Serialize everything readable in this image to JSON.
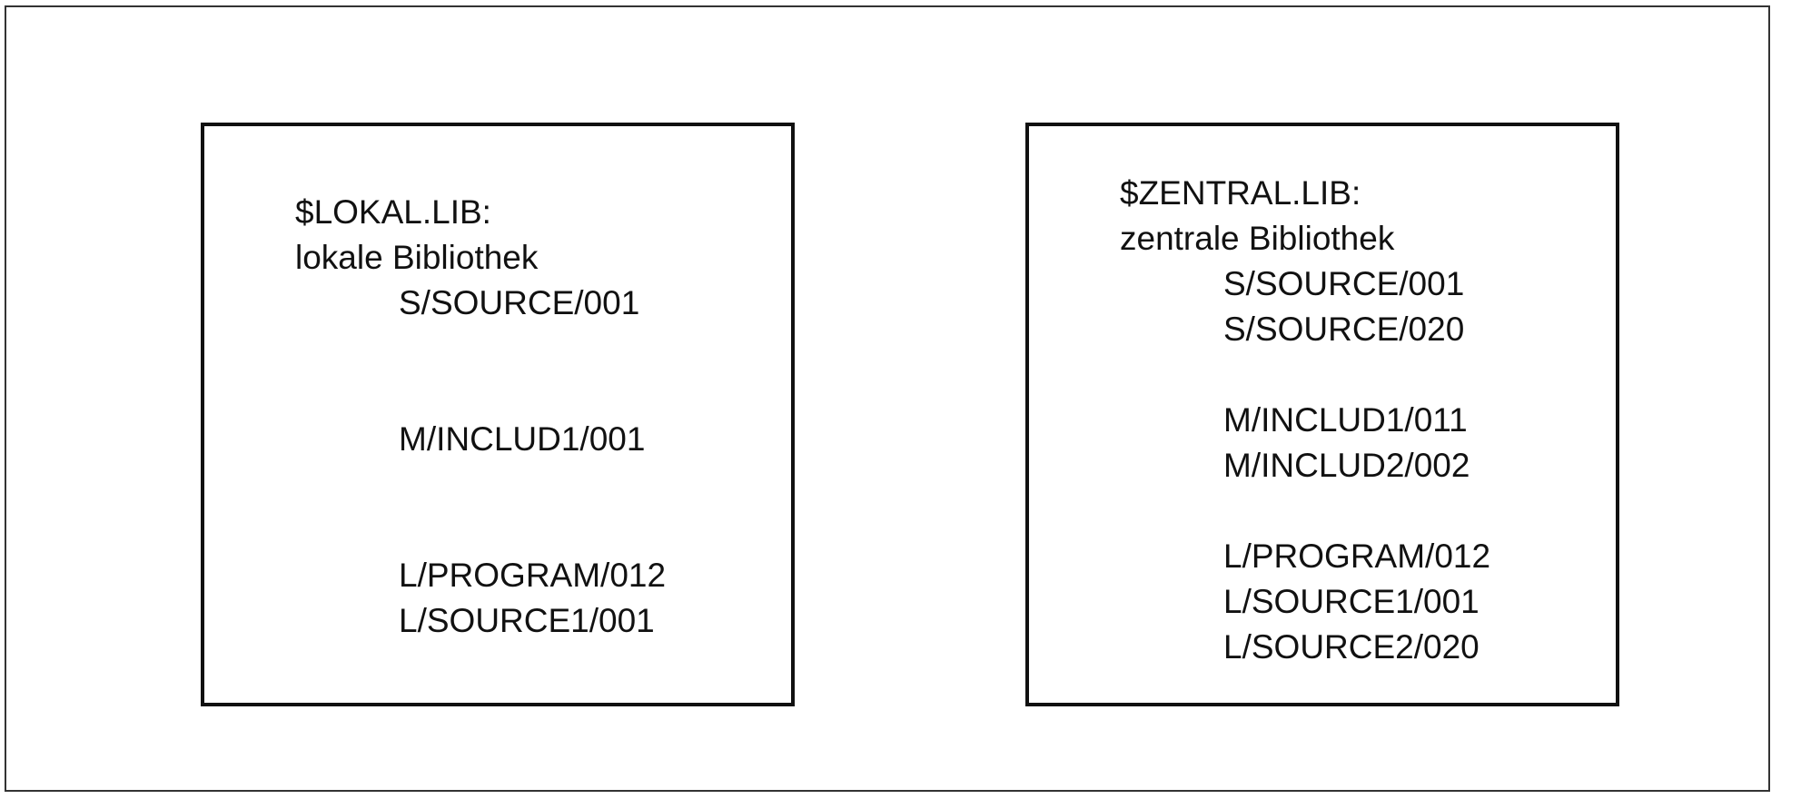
{
  "libraries": [
    {
      "name": "$LOKAL.LIB:",
      "description": "lokale Bibliothek",
      "elements": [
        "S/SOURCE/001",
        "M/INCLUD1/001",
        "L/PROGRAM/012",
        "L/SOURCE1/001"
      ]
    },
    {
      "name": "$ZENTRAL.LIB:",
      "description": "zentrale Bibliothek",
      "elements": [
        "S/SOURCE/001",
        "S/SOURCE/020",
        "M/INCLUD1/011",
        "M/INCLUD2/002",
        "L/PROGRAM/012",
        "L/SOURCE1/001",
        "L/SOURCE2/020"
      ]
    }
  ]
}
